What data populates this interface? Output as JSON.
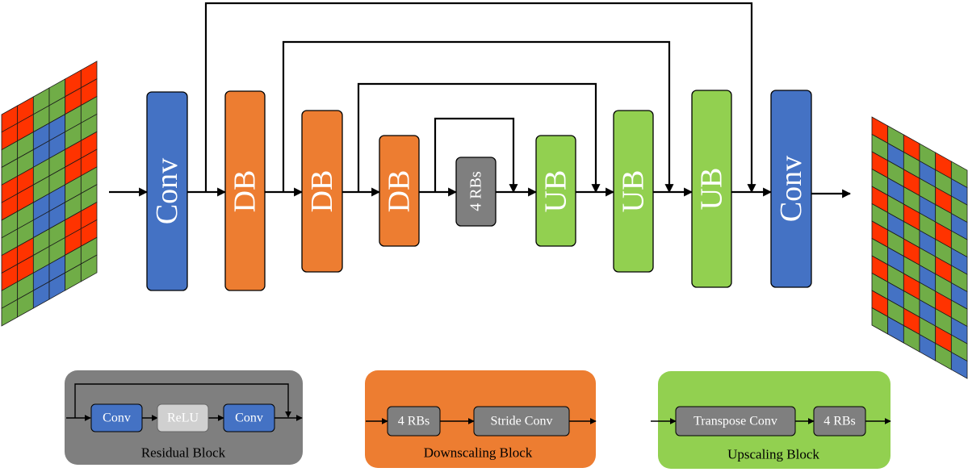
{
  "colors": {
    "conv": "#4472c4",
    "downscale": "#ed7d31",
    "upscale": "#92d050",
    "residual": "#7f7f7f",
    "residual_dark": "#6b6b6b",
    "relu": "#d0d0d0",
    "bayer_red": "#ff3300",
    "bayer_green": "#70ad47",
    "bayer_blue": "#4472c4"
  },
  "main": {
    "conv_in": "Conv",
    "db1": "DB",
    "db2": "DB",
    "db3": "DB",
    "rbs": "4 RBs",
    "ub1": "UB",
    "ub2": "UB",
    "ub3": "UB",
    "conv_out": "Conv"
  },
  "legend": {
    "residual": {
      "caption": "Residual Block",
      "conv1": "Conv",
      "relu": "ReLU",
      "conv2": "Conv"
    },
    "downscaling": {
      "caption": "Downscaling Block",
      "rbs": "4 RBs",
      "stride": "Stride Conv"
    },
    "upscaling": {
      "caption": "Upscaling Block",
      "transpose": "Transpose Conv",
      "rbs": "4 RBs"
    }
  }
}
